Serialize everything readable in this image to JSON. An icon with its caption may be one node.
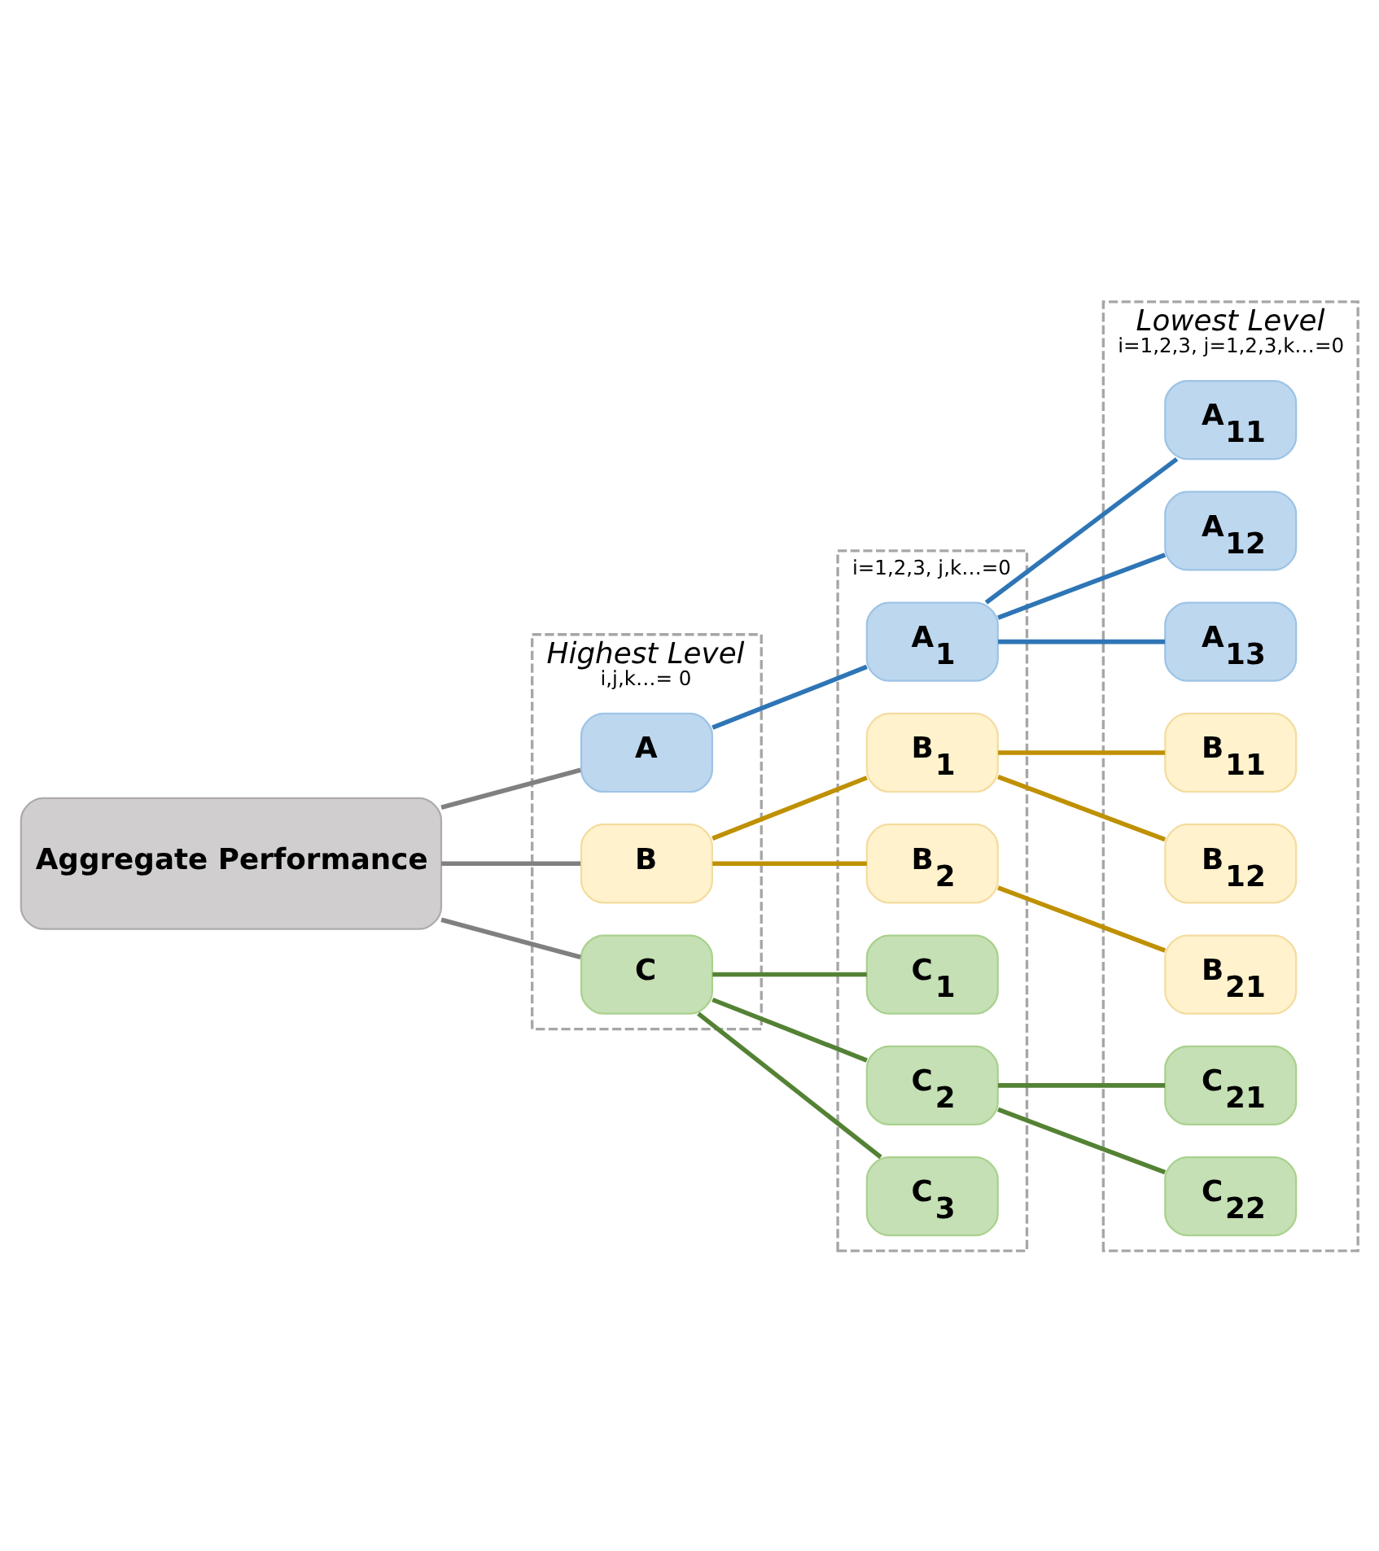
{
  "diagram": {
    "nodes": [
      {
        "text": [
          "Aggregate Performance"
        ]
      },
      {
        "text": [
          "Highest Level",
          "i,j,k…= 0"
        ]
      },
      {
        "text": [
          "A"
        ],
        "in": 1
      },
      {
        "text": [
          "B"
        ],
        "in": 1
      },
      {
        "text": [
          "C"
        ],
        "in": 1
      },
      {
        "text": [
          "i=1,2,3, j,k…=0"
        ]
      },
      {
        "text": [
          "A$_{1}$"
        ],
        "in": 5
      },
      {
        "text": [
          "B$_{1}$"
        ],
        "in": 5
      },
      {
        "text": [
          "B$_{2}$"
        ],
        "in": 5
      },
      {
        "text": [
          "C$_{1}$"
        ],
        "in": 5
      },
      {
        "text": [
          "C$_{2}$"
        ],
        "in": 5
      },
      {
        "text": [
          "C$_{3}$"
        ],
        "in": 5
      },
      {
        "text": [
          "Lowest Level",
          "i=1,2,3, j=1,2,3,k…=0"
        ]
      },
      {
        "text": [
          "A$_{11}$"
        ],
        "in": 12
      },
      {
        "text": [
          "A$_{12}$"
        ],
        "in": 12
      },
      {
        "text": [
          "A$_{13}$"
        ],
        "in": 12
      },
      {
        "text": [
          "B$_{11}$"
        ],
        "in": 12
      },
      {
        "text": [
          "B$_{12}$"
        ],
        "in": 12
      },
      {
        "text": [
          "B$_{21}$"
        ],
        "in": 12
      },
      {
        "text": [
          "C$_{21}$"
        ],
        "in": 12
      },
      {
        "text": [
          "C$_{22}$"
        ],
        "in": 12
      }
    ],
    "edges": [
      {
        "from": 0,
        "to": 2,
        "arrow": "none",
        "color": "#808080"
      },
      {
        "from": 0,
        "to": 3,
        "arrow": "none",
        "color": "#808080"
      },
      {
        "from": 0,
        "to": 4,
        "arrow": "none",
        "color": "#808080"
      },
      {
        "from": 2,
        "to": 6,
        "arrow": "none",
        "color": "#2e75b6"
      },
      {
        "from": 6,
        "to": 13,
        "arrow": "none",
        "color": "#2e75b6"
      },
      {
        "from": 6,
        "to": 14,
        "arrow": "none",
        "color": "#2e75b6"
      },
      {
        "from": 6,
        "to": 15,
        "arrow": "none",
        "color": "#2e75b6"
      },
      {
        "from": 3,
        "to": 7,
        "arrow": "none",
        "color": "#bf9000"
      },
      {
        "from": 3,
        "to": 8,
        "arrow": "none",
        "color": "#bf9000"
      },
      {
        "from": 7,
        "to": 16,
        "arrow": "none",
        "color": "#bf9000"
      },
      {
        "from": 7,
        "to": 17,
        "arrow": "none",
        "color": "#bf9000"
      },
      {
        "from": 8,
        "to": 18,
        "arrow": "none",
        "color": "#bf9000"
      },
      {
        "from": 4,
        "to": 9,
        "arrow": "none",
        "color": "#548235"
      },
      {
        "from": 4,
        "to": 10,
        "arrow": "none",
        "color": "#548235"
      },
      {
        "from": 4,
        "to": 11,
        "arrow": "none",
        "color": "#548235"
      },
      {
        "from": 10,
        "to": 19,
        "arrow": "none",
        "color": "#548235"
      },
      {
        "from": 10,
        "to": 20,
        "arrow": "none",
        "color": "#548235"
      }
    ]
  }
}
